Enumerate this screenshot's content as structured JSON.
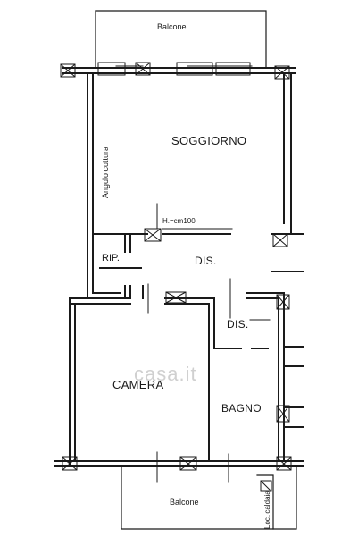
{
  "plan": {
    "labels": {
      "balcony_top": "Balcone",
      "living": "SOGGIORNO",
      "kitchen_corner": "Angolo cottura",
      "height_note": "H.=cm100",
      "storage": "RIP.",
      "hall_upper": "DIS.",
      "hall_lower": "DIS.",
      "bedroom": "CAMERA",
      "bathroom": "BAGNO",
      "balcony_bottom": "Balcone",
      "boiler_room": "Loc. caldaia"
    },
    "watermark": "casa.it",
    "colors": {
      "wall": "#1a1a1a",
      "background": "#ffffff",
      "watermark": "#d0d0d0"
    }
  }
}
